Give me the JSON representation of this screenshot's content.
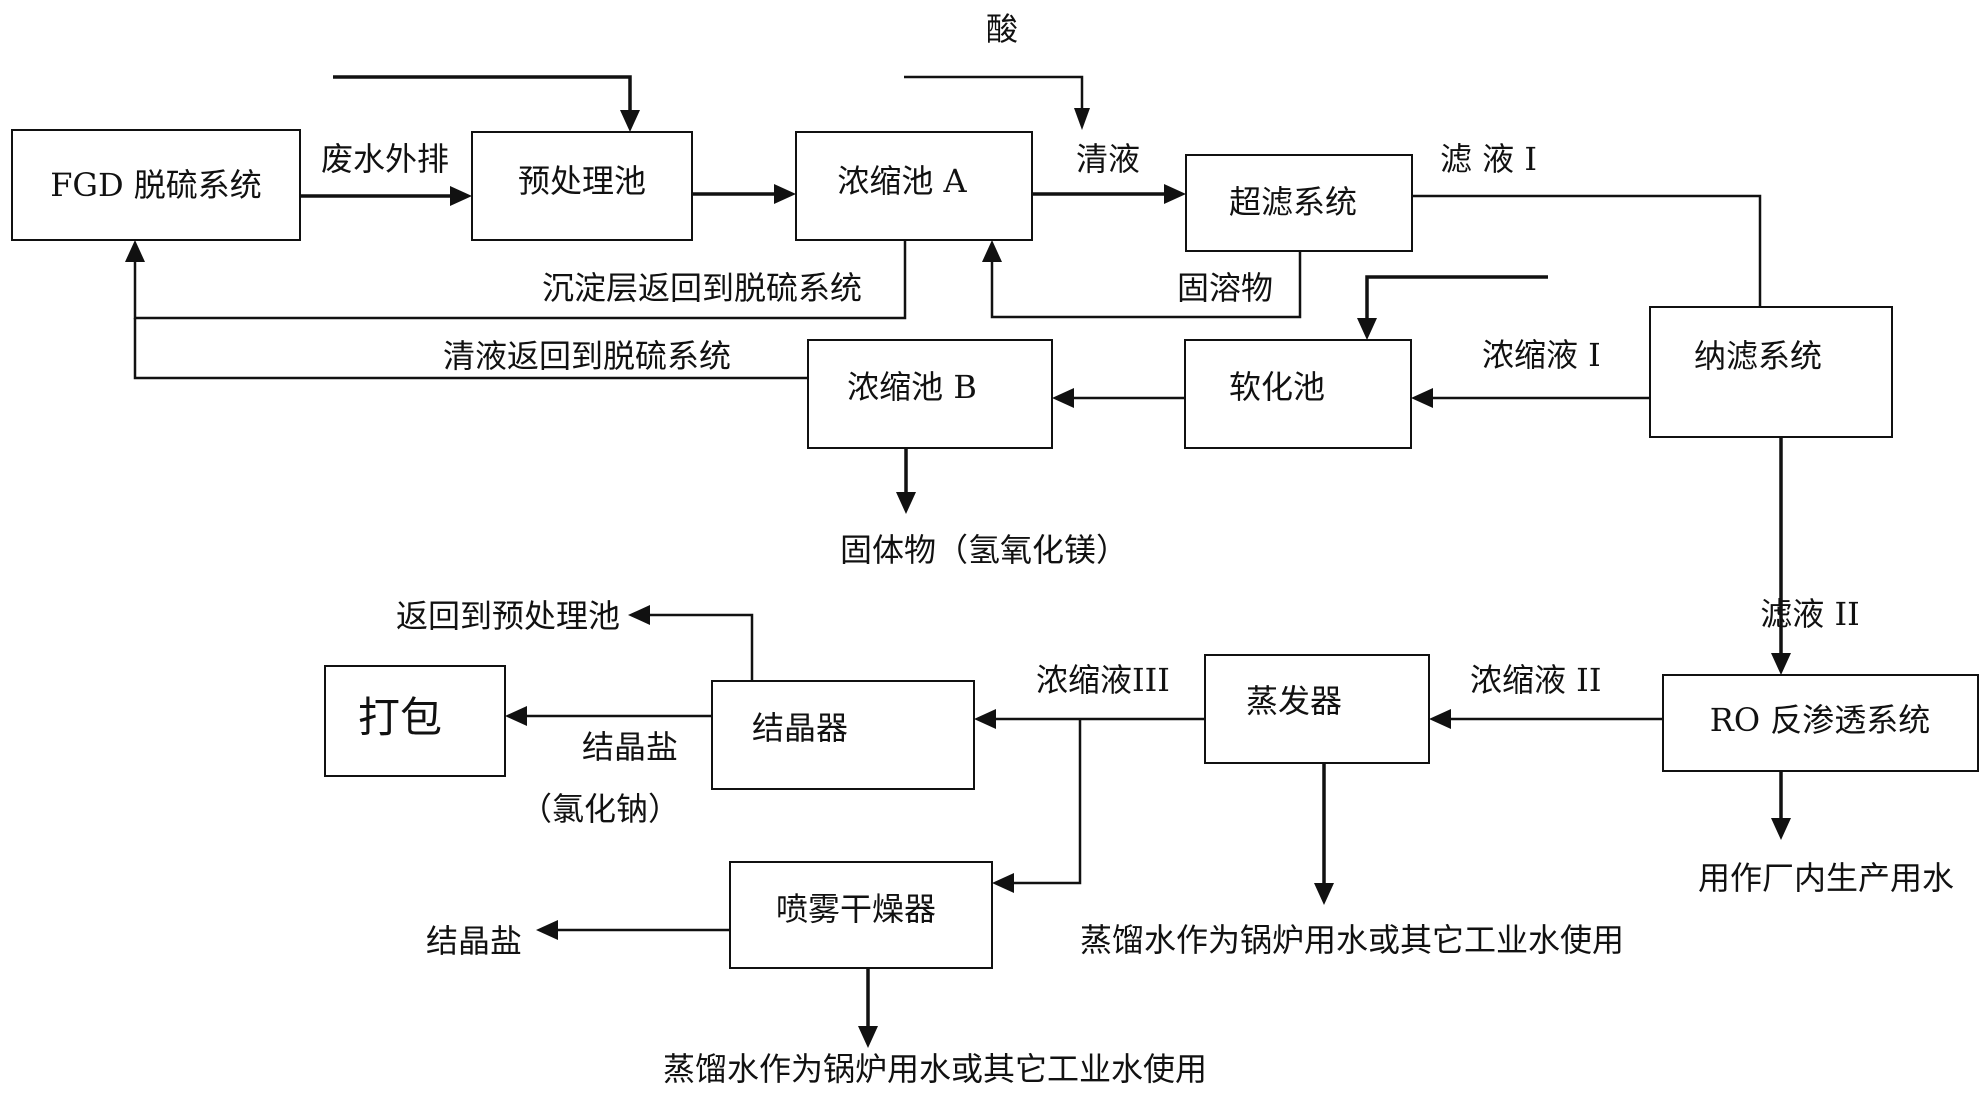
{
  "diagram": {
    "boxes": {
      "fgd": "FGD 脱硫系统",
      "pretreat": "预处理池",
      "conc_a": "浓缩池 A",
      "ultrafilt": "超滤系统",
      "nanofilt": "纳滤系统",
      "soften": "软化池",
      "conc_b": "浓缩池 B",
      "ro": "RO 反渗透系统",
      "evaporator": "蒸发器",
      "crystallizer": "结晶器",
      "pack": "打包",
      "spray_dryer": "喷雾干燥器"
    },
    "labels": {
      "acid": "酸",
      "wastewater_out": "废水外排",
      "clear_liquid": "清液",
      "filtrate_1": "滤  液 I",
      "sediment_return": "沉淀层返回到脱硫系统",
      "solid_dissolved": "固溶物",
      "concentrate_1": "浓缩液 I",
      "clear_return": "清液返回到脱硫系统",
      "solid_mgoh": "固体物（氢氧化镁）",
      "filtrate_2": "滤液  II",
      "return_pretreat": "返回到预处理池",
      "concentrate_3": "浓缩液III",
      "concentrate_2": "浓缩液 II",
      "crystal_salt_1": "结晶盐",
      "nacl": "（氯化钠）",
      "plant_water": "用作厂内生产用水",
      "crystal_salt_2": "结晶盐",
      "distilled_1": "蒸馏水作为锅炉用水或其它工业水使用",
      "distilled_2": "蒸馏水作为锅炉用水或其它工业水使用"
    }
  }
}
